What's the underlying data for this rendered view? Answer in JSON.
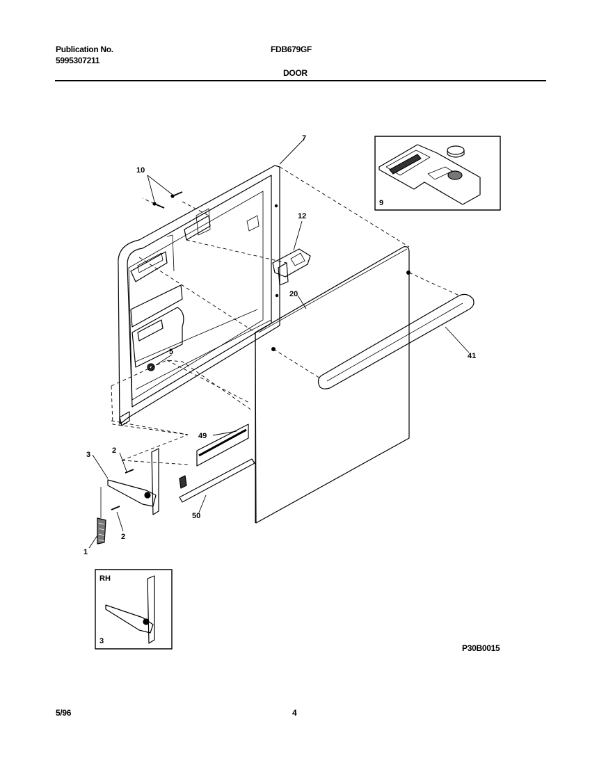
{
  "header": {
    "publication_label": "Publication No.",
    "publication_number": "5995307211",
    "model": "FDB679GF",
    "section": "DOOR"
  },
  "diagram": {
    "callouts": [
      "7",
      "10",
      "12",
      "9",
      "20",
      "41",
      "5",
      "49",
      "3",
      "2",
      "2",
      "1",
      "50"
    ],
    "inset_rh": {
      "label": "RH",
      "part": "3"
    },
    "inset_dispenser": {
      "part": "9"
    },
    "drawing_code": "P30B0015"
  },
  "footer": {
    "date": "5/96",
    "page": "4"
  }
}
